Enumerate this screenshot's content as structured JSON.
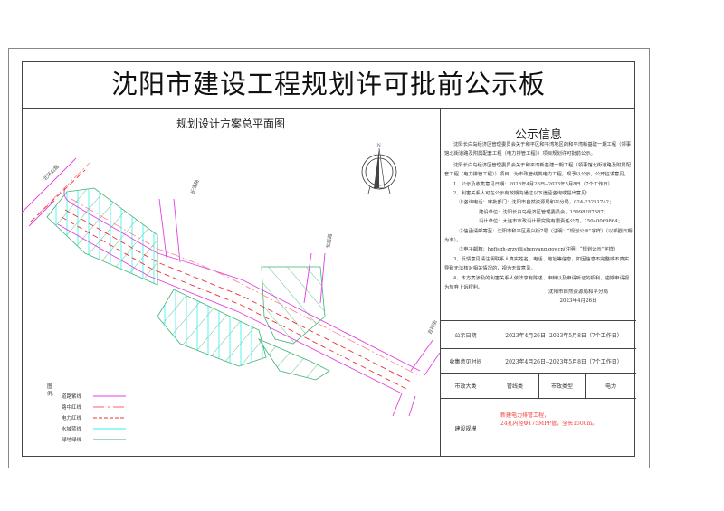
{
  "title": "沈阳市建设工程规划许可批前公示板",
  "map": {
    "title": "规划设计方案总平面图",
    "north_label": "N",
    "road_labels": [
      "北环公路",
      "长清路",
      "北辰路",
      "吉祥街"
    ],
    "legend": {
      "title": "图例:",
      "items": [
        {
          "label": "道路紫线",
          "color": "#e040e0",
          "style": "solid"
        },
        {
          "label": "路中红线",
          "color": "#ff8080",
          "style": "dash-dot"
        },
        {
          "label": "电力红线",
          "color": "#ee3030",
          "style": "dashed"
        },
        {
          "label": "水域蓝线",
          "color": "#30f0f0",
          "style": "solid"
        },
        {
          "label": "绿地绿线",
          "color": "#3cb371",
          "style": "solid"
        }
      ]
    }
  },
  "info": {
    "title": "公示信息",
    "para1": "沈阳长白岛经济区管理委员会关于和平区和平湾地区的和平湾新基建一期工程（领事馆北街道路及附属配套工程（电力排管工程））项目规划许可批前公示。",
    "para2": "沈阳长白岛经济区管理委员会关于和平湾新基建一期工程（领事馆北街道路及附属配套工程（电力排管工程））项目，为市政管线类电力工程，现予以公示，公开征求意见。",
    "item1": "1、公示及收集意见日期：2023年4月26日--2023年5月8日（7个工作日）",
    "item2": "2、利害关系人可在公示有效期内通过以下途径咨询或提出意见：",
    "phone1": "①咨询电话：审批部门：沈阳市自然资源局和平分局，024-23251742；",
    "phone2": "建设单位：沈阳长白岛经济区管理委员会，15998287587；",
    "phone3": "设计单位：大连市市政设计研究院有限责任公司，15040069864；",
    "mail": "②信函请邮寄至：沈阳市和平区嘉兴街7号（注明：“规划公示”字样）（以邮戳日期为准）。",
    "email": "③电子邮箱：hpfjsgh-zrzyj@shenyang.gov.cn(注明：“规划公示”字样）",
    "item3": "3、反馈意见请注明联系人真实姓名、电话、地址等信息，如因信息不完整或不真实导致无法核对相关情况的，视为无效意见。",
    "item4": "4、本方案涉及的利害关系人依法享有陈述、申辩以及申请听证的权利，逾期申请视为放弃上诉权利。",
    "signer": "沈阳市自然资源局和平分局",
    "sign_date": "2023年4月26日"
  },
  "table": {
    "period_label": "公示日期",
    "period_value": "2023年4月26日--2023年5月8日（7个工作日）",
    "collect_label": "收集意见时间",
    "collect_value": "2023年4月26日--2023年5月8日（7个工作日）",
    "category_label": "市政大类",
    "category_value": "管线类",
    "type_label": "市政类型",
    "type_value": "电力",
    "scale_label": "建设规模",
    "scale_line1": "新建电力排管工程，",
    "scale_line2": "24孔内径Φ175MPP管，全长1500m。"
  }
}
